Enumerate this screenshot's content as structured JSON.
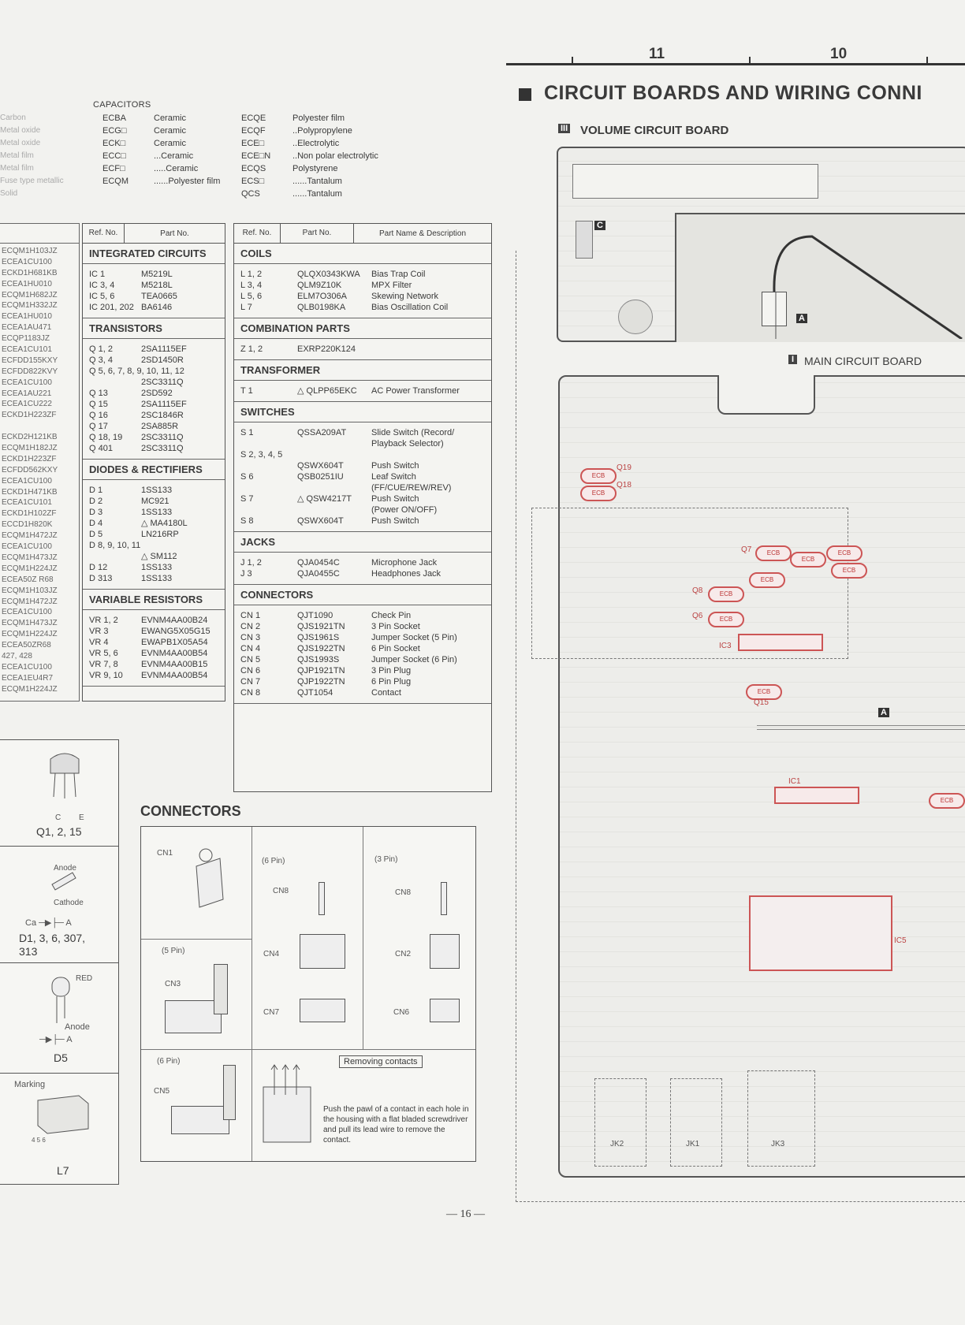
{
  "header": {
    "col_left": "11",
    "col_right": "10",
    "main_title": "CIRCUIT BOARDS AND WIRING CONNI",
    "page_number": "— 16 —"
  },
  "capacitors": {
    "title": "CAPACITORS",
    "col1": [
      {
        "code": "ECBA",
        "desc": "Ceramic"
      },
      {
        "code": "ECG□",
        "desc": "Ceramic"
      },
      {
        "code": "ECK□",
        "desc": "Ceramic"
      },
      {
        "code": "ECC□",
        "desc": "...Ceramic"
      },
      {
        "code": "ECF□",
        "desc": ".....Ceramic"
      },
      {
        "code": "ECQM",
        "desc": "......Polyester film"
      }
    ],
    "col2": [
      {
        "code": "ECQE",
        "desc": "Polyester film"
      },
      {
        "code": "ECQF",
        "desc": "..Polypropylene"
      },
      {
        "code": "ECE□",
        "desc": "..Electrolytic"
      },
      {
        "code": "ECE□N",
        "desc": "..Non polar electrolytic"
      },
      {
        "code": "ECQS",
        "desc": "Polystyrene"
      },
      {
        "code": "ECS□",
        "desc": "......Tantalum"
      },
      {
        "code": "QCS",
        "desc": "......Tantalum"
      }
    ],
    "left_faded": [
      "Carbon",
      "Metal oxide",
      "Metal oxide",
      "Metal film",
      "Metal film",
      "Fuse type metallic",
      "Solid"
    ]
  },
  "left_part_numbers": [
    "ECQM1H103JZ",
    "ECEA1CU100",
    "ECKD1H681KB",
    "ECEA1HU010",
    "ECQM1H682JZ",
    "ECQM1H332JZ",
    "ECEA1HU010",
    "ECEA1AU471",
    "ECQP1183JZ",
    "ECEA1CU101",
    "ECFDD155KXY",
    "ECFDD822KVY",
    "ECEA1CU100",
    "ECEA1AU221",
    "ECEA1CU222",
    "ECKD1H223ZF",
    "",
    "ECKD2H121KB",
    "ECQM1H182JZ",
    "ECKD1H223ZF",
    "ECFDD562KXY",
    "ECEA1CU100",
    "ECKD1H471KB",
    "ECEA1CU101",
    "ECKD1H102ZF",
    "ECCD1H820K",
    "ECQM1H472JZ",
    "ECEA1CU100",
    "ECQM1H473JZ",
    "ECQM1H224JZ",
    "ECEA50Z R68",
    "ECQM1H103JZ",
    "ECQM1H472JZ",
    "ECEA1CU100",
    "ECQM1H473JZ",
    "ECQM1H224JZ",
    "ECEA50ZR68",
    "427, 428",
    "ECEA1CU100",
    "ECEA1EU4R7",
    "ECQM1H224JZ"
  ],
  "table1": {
    "head": {
      "ref": "Ref. No.",
      "part": "Part No."
    },
    "sections": [
      {
        "title": "INTEGRATED CIRCUITS",
        "rows": [
          [
            "IC 1",
            "M5219L"
          ],
          [
            "IC 3, 4",
            "M5218L"
          ],
          [
            "IC 5, 6",
            "TEA0665"
          ],
          [
            "IC 201, 202",
            "BA6146"
          ]
        ]
      },
      {
        "title": "TRANSISTORS",
        "rows": [
          [
            "Q 1, 2",
            "2SA1115EF"
          ],
          [
            "Q 3, 4",
            "2SD1450R"
          ],
          [
            "Q 5, 6, 7, 8, 9, 10, 11, 12",
            ""
          ],
          [
            "",
            "2SC3311Q"
          ],
          [
            "Q 13",
            "2SD592"
          ],
          [
            "Q 15",
            "2SA1115EF"
          ],
          [
            "Q 16",
            "2SC1846R"
          ],
          [
            "Q 17",
            "2SA885R"
          ],
          [
            "Q 18, 19",
            "2SC3311Q"
          ],
          [
            "Q 401",
            "2SC3311Q"
          ]
        ]
      },
      {
        "title": "DIODES & RECTIFIERS",
        "rows": [
          [
            "D 1",
            "1SS133"
          ],
          [
            "D 2",
            "MC921"
          ],
          [
            "D 3",
            "1SS133"
          ],
          [
            "D 4",
            "△ MA4180L"
          ],
          [
            "D 5",
            "LN216RP"
          ],
          [
            "D 8, 9, 10, 11",
            ""
          ],
          [
            "",
            "△ SM112"
          ],
          [
            "D 12",
            "1SS133"
          ],
          [
            "D 313",
            "1SS133"
          ]
        ]
      },
      {
        "title": "VARIABLE RESISTORS",
        "rows": [
          [
            "VR 1, 2",
            "EVNM4AA00B24"
          ],
          [
            "VR 3",
            "EWANG5X05G15"
          ],
          [
            "VR 4",
            "EWAPB1X05A54"
          ],
          [
            "VR 5, 6",
            "EVNM4AA00B54"
          ],
          [
            "VR 7, 8",
            "EVNM4AA00B15"
          ],
          [
            "VR 9, 10",
            "EVNM4AA00B54"
          ]
        ]
      }
    ]
  },
  "table2": {
    "head": {
      "ref": "Ref. No.",
      "part": "Part No.",
      "name": "Part Name & Description"
    },
    "sections": [
      {
        "title": "COILS",
        "rows": [
          [
            "L 1, 2",
            "QLQX0343KWA",
            "Bias Trap Coil"
          ],
          [
            "L 3, 4",
            "QLM9Z10K",
            "MPX Filter"
          ],
          [
            "L 5, 6",
            "ELM7O306A",
            "Skewing Network"
          ],
          [
            "L 7",
            "QLB0198KA",
            "Bias Oscillation Coil"
          ]
        ]
      },
      {
        "title": "COMBINATION PARTS",
        "rows": [
          [
            "Z 1, 2",
            "EXRP220K124",
            ""
          ]
        ]
      },
      {
        "title": "TRANSFORMER",
        "rows": [
          [
            "T 1",
            "△ QLPP65EKC",
            "AC Power Transformer"
          ]
        ]
      },
      {
        "title": "SWITCHES",
        "rows": [
          [
            "S 1",
            "QSSA209AT",
            "Slide Switch (Record/"
          ],
          [
            "",
            "",
            "Playback Selector)"
          ],
          [
            "S 2, 3, 4, 5",
            "",
            ""
          ],
          [
            "",
            "QSWX604T",
            "Push Switch"
          ],
          [
            "S 6",
            "QSB0251IU",
            "Leaf Switch"
          ],
          [
            "",
            "",
            "(FF/CUE/REW/REV)"
          ],
          [
            "S 7",
            "△ QSW4217T",
            "Push Switch"
          ],
          [
            "",
            "",
            "(Power ON/OFF)"
          ],
          [
            "S 8",
            "QSWX604T",
            "Push Switch"
          ]
        ]
      },
      {
        "title": "JACKS",
        "rows": [
          [
            "J 1, 2",
            "QJA0454C",
            "Microphone Jack"
          ],
          [
            "J 3",
            "QJA0455C",
            "Headphones Jack"
          ]
        ]
      },
      {
        "title": "CONNECTORS",
        "rows": [
          [
            "CN 1",
            "QJT1090",
            "Check Pin"
          ],
          [
            "CN 2",
            "QJS1921TN",
            "3 Pin Socket"
          ],
          [
            "CN 3",
            "QJS1961S",
            "Jumper Socket (5 Pin)"
          ],
          [
            "CN 4",
            "QJS1922TN",
            "6 Pin Socket"
          ],
          [
            "CN 5",
            "QJS1993S",
            "Jumper Socket (6 Pin)"
          ],
          [
            "CN 6",
            "QJP1921TN",
            "3 Pin Plug"
          ],
          [
            "CN 7",
            "QJP1922TN",
            "6 Pin Plug"
          ],
          [
            "CN 8",
            "QJT1054",
            "Contact"
          ]
        ]
      }
    ]
  },
  "components": {
    "transistor_label": "Q1, 2, 15",
    "transistor_pins": {
      "c": "C",
      "e": "E"
    },
    "diode_anode": "Anode",
    "diode_cathode": "Cathode",
    "diode_symbol": "Ca ─▶├─ A",
    "diode_label": "D1, 3, 6, 307, 313",
    "led_red": "RED",
    "led_anode": "Anode",
    "led_symbol": "─▶├─ A",
    "led_label": "D5",
    "marking": "Marking",
    "coil_pins": "4 5 6",
    "coil_label": "L7"
  },
  "connectors": {
    "title": "CONNECTORS",
    "cn1": "CN1",
    "six_pin": "(6 Pin)",
    "three_pin": "(3 Pin)",
    "cn8a": "CN8",
    "cn8b": "CN8",
    "cn4": "CN4",
    "cn2": "CN2",
    "five_pin": "(5 Pin)",
    "cn3": "CN3",
    "cn7": "CN7",
    "cn6": "CN6",
    "six_pin2": "(6 Pin)",
    "cn5": "CN5",
    "removing": "Removing contacts",
    "instructions": "Push the pawl of a contact in each hole in the housing with a flat bladed screwdriver and pull its lead wire to remove the contact."
  },
  "board": {
    "volume_title": "VOLUME CIRCUIT BOARD",
    "volume_num": "III",
    "volume_c": "C",
    "volume_a": "A",
    "main_num": "I",
    "main_title": "MAIN CIRCUIT BOARD",
    "main_a": "A",
    "q19": "Q19",
    "q18": "Q18",
    "q7": "Q7",
    "q8": "Q8",
    "q6": "Q6",
    "q15": "Q15",
    "ic3": "IC3",
    "ic1": "IC1",
    "ic5": "IC5",
    "ecb": "ECB",
    "jk2": "JK2",
    "jk1": "JK1",
    "jk3": "JK3"
  }
}
